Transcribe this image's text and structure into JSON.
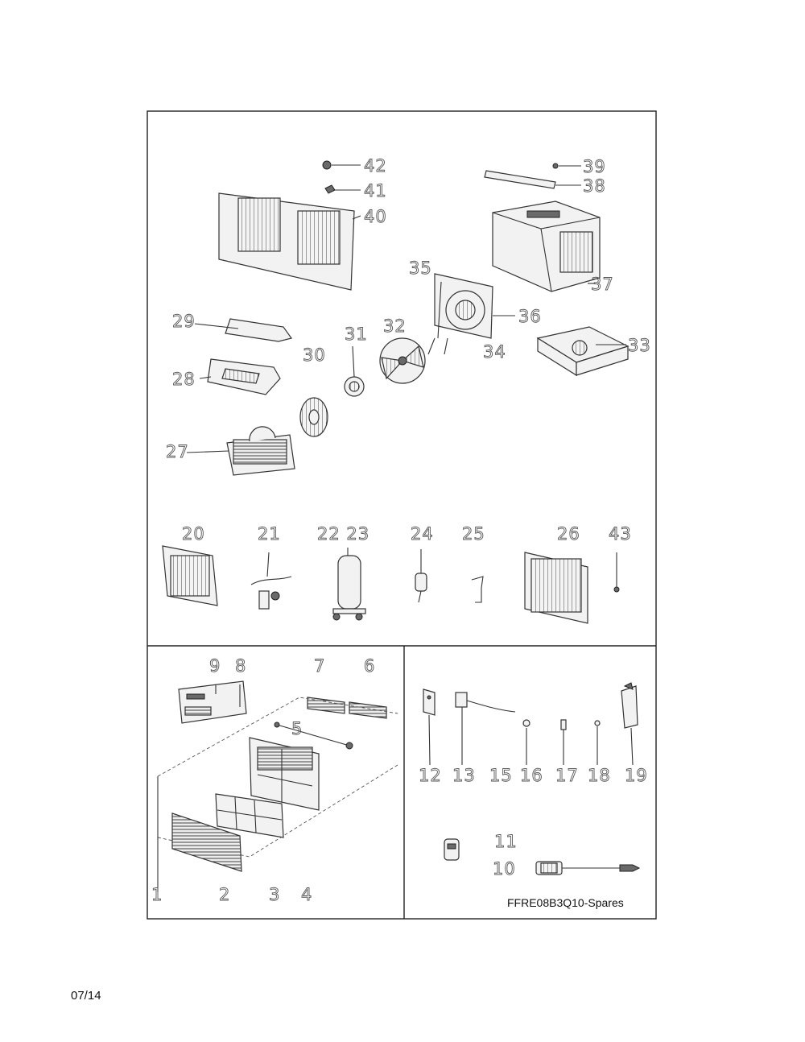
{
  "model_label": "FFRE08B3Q10-Spares",
  "date": "07/14",
  "callouts": {
    "c42": "42",
    "c41": "41",
    "c40": "40",
    "c39": "39",
    "c38": "38",
    "c37": "37",
    "c36": "36",
    "c35": "35",
    "c34": "34",
    "c33": "33",
    "c32": "32",
    "c31": "31",
    "c30": "30",
    "c29": "29",
    "c28": "28",
    "c27": "27",
    "c26": "26",
    "c25": "25",
    "c24": "24",
    "c2223": "22 23",
    "c21": "21",
    "c20": "20",
    "c43": "43",
    "c9": "9",
    "c8": "8",
    "c7": "7",
    "c6": "6",
    "c5": "5",
    "c1": "1",
    "c2": "2",
    "c3": "3",
    "c4": "4",
    "c12": "12",
    "c13": "13",
    "c15": "15",
    "c16": "16",
    "c17": "17",
    "c18": "18",
    "c19": "19",
    "c11": "11",
    "c10": "10"
  }
}
